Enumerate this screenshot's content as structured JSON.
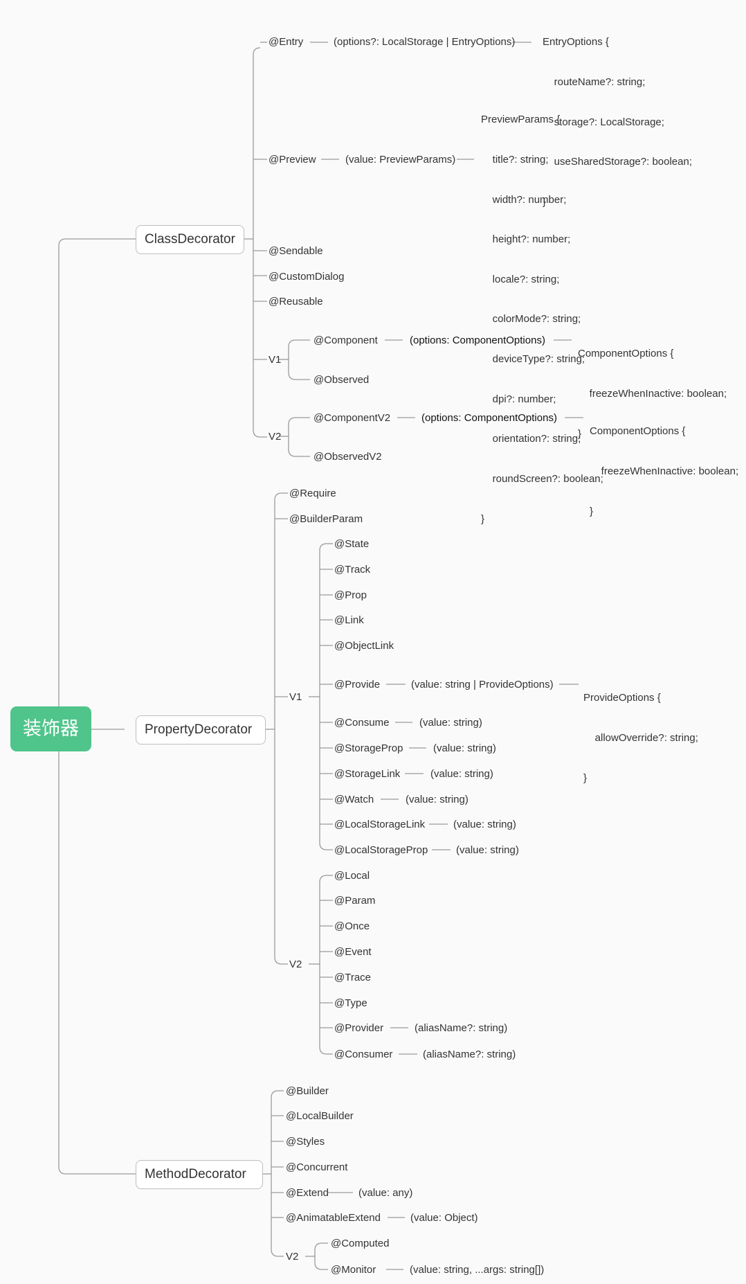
{
  "root": "装饰器",
  "class_decorator": {
    "label": "ClassDecorator",
    "entry": {
      "name": "@Entry",
      "param": "(options?: LocalStorage | EntryOptions)",
      "type_lines": [
        "EntryOptions {",
        "    routeName?: string;",
        "    storage?: LocalStorage;",
        "    useSharedStorage?: boolean;",
        "}"
      ]
    },
    "preview": {
      "name": "@Preview",
      "param": "(value: PreviewParams)",
      "type_lines": [
        "PreviewParams {",
        "    title?: string;",
        "    width?: number;",
        "    height?: number;",
        "    locale?: string;",
        "    colorMode?: string;",
        "    deviceType?: string;",
        "    dpi?: number;",
        "    orientation?: string;",
        "    roundScreen?: boolean;",
        "}"
      ]
    },
    "sendable": "@Sendable",
    "custom_dialog": "@CustomDialog",
    "reusable": "@Reusable",
    "v1": {
      "label": "V1",
      "component": {
        "name": "@Component",
        "param": "(options: ComponentOptions)",
        "type_lines": [
          "ComponentOptions {",
          "    freezeWhenInactive: boolean;",
          "}"
        ]
      },
      "observed": "@Observed"
    },
    "v2": {
      "label": "V2",
      "component": {
        "name": "@ComponentV2",
        "param": "(options: ComponentOptions)",
        "type_lines": [
          "ComponentOptions {",
          "    freezeWhenInactive: boolean;",
          "}"
        ]
      },
      "observed": "@ObservedV2"
    }
  },
  "property_decorator": {
    "label": "PropertyDecorator",
    "require": "@Require",
    "builder_param": "@BuilderParam",
    "v1": {
      "label": "V1",
      "items": [
        {
          "name": "@State"
        },
        {
          "name": "@Track"
        },
        {
          "name": "@Prop"
        },
        {
          "name": "@Link"
        },
        {
          "name": "@ObjectLink"
        },
        {
          "name": "@Provide",
          "param": "(value: string | ProvideOptions)",
          "type_lines": [
            "ProvideOptions {",
            "    allowOverride?: string;",
            "}"
          ]
        },
        {
          "name": "@Consume",
          "param": "(value: string)"
        },
        {
          "name": "@StorageProp",
          "param": "(value: string)"
        },
        {
          "name": "@StorageLink",
          "param": "(value: string)"
        },
        {
          "name": "@Watch",
          "param": "(value: string)"
        },
        {
          "name": "@LocalStorageLink",
          "param": "(value: string)"
        },
        {
          "name": "@LocalStorageProp",
          "param": "(value: string)"
        }
      ]
    },
    "v2": {
      "label": "V2",
      "items": [
        {
          "name": "@Local"
        },
        {
          "name": "@Param"
        },
        {
          "name": "@Once"
        },
        {
          "name": "@Event"
        },
        {
          "name": "@Trace"
        },
        {
          "name": "@Type"
        },
        {
          "name": "@Provider",
          "param": "(aliasName?: string)"
        },
        {
          "name": "@Consumer",
          "param": "(aliasName?: string)"
        }
      ]
    }
  },
  "method_decorator": {
    "label": "MethodDecorator",
    "items": [
      {
        "name": "@Builder"
      },
      {
        "name": "@LocalBuilder"
      },
      {
        "name": "@Styles"
      },
      {
        "name": "@Concurrent"
      },
      {
        "name": "@Extend",
        "param": "(value: any)"
      },
      {
        "name": "@AnimatableExtend",
        "param": "(value: Object)"
      }
    ],
    "v2": {
      "label": "V2",
      "items": [
        {
          "name": "@Computed"
        },
        {
          "name": "@Monitor",
          "param": "(value: string, ...args: string[])"
        }
      ]
    }
  }
}
